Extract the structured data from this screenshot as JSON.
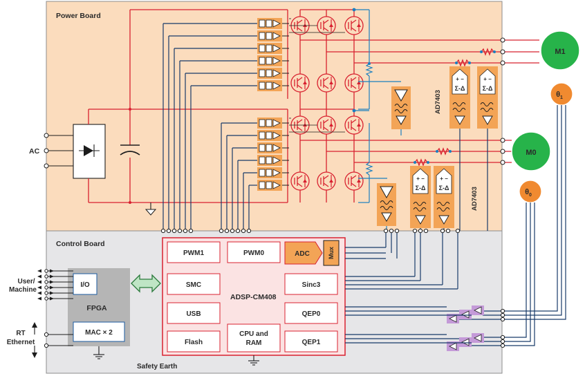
{
  "boards": {
    "power": "Power Board",
    "control": "Control Board"
  },
  "ac_label": "AC",
  "user_label": [
    "User/",
    "Machine"
  ],
  "rt_label": [
    "RT",
    "Ethernet"
  ],
  "safety_earth": "Safety Earth",
  "fpga": {
    "title": "FPGA",
    "io": "I/O",
    "mac": "MAC × 2"
  },
  "dsp": {
    "title": "ADSP-CM408",
    "pwm1": "PWM1",
    "pwm0": "PWM0",
    "adc": "ADC",
    "mux": "Mux",
    "smc": "SMC",
    "sinc3": "Sinc3",
    "usb": "USB",
    "qep0": "QEP0",
    "flash": "Flash",
    "cpu": [
      "CPU and",
      "RAM"
    ],
    "qep1": "QEP1"
  },
  "motors": {
    "m1": "M1",
    "m0": "M0",
    "theta1": "θ",
    "theta1_sub": "1",
    "theta0": "θ",
    "theta0_sub": "0"
  },
  "adc_part": "AD7403",
  "sigma_delta": "Σ-Δ",
  "plus_minus": "+ −",
  "colors": {
    "power_bg": "#fbdcbd",
    "control_bg": "#e6e6e8",
    "dsp_border": "#d8202f",
    "dsp_bg": "#fbe3e3",
    "orange": "#f3a456",
    "motor": "#27b34a",
    "encoder": "#f08a30",
    "red": "#d8202f",
    "blue": "#1a7fc0",
    "purple": "#c49ad8"
  }
}
